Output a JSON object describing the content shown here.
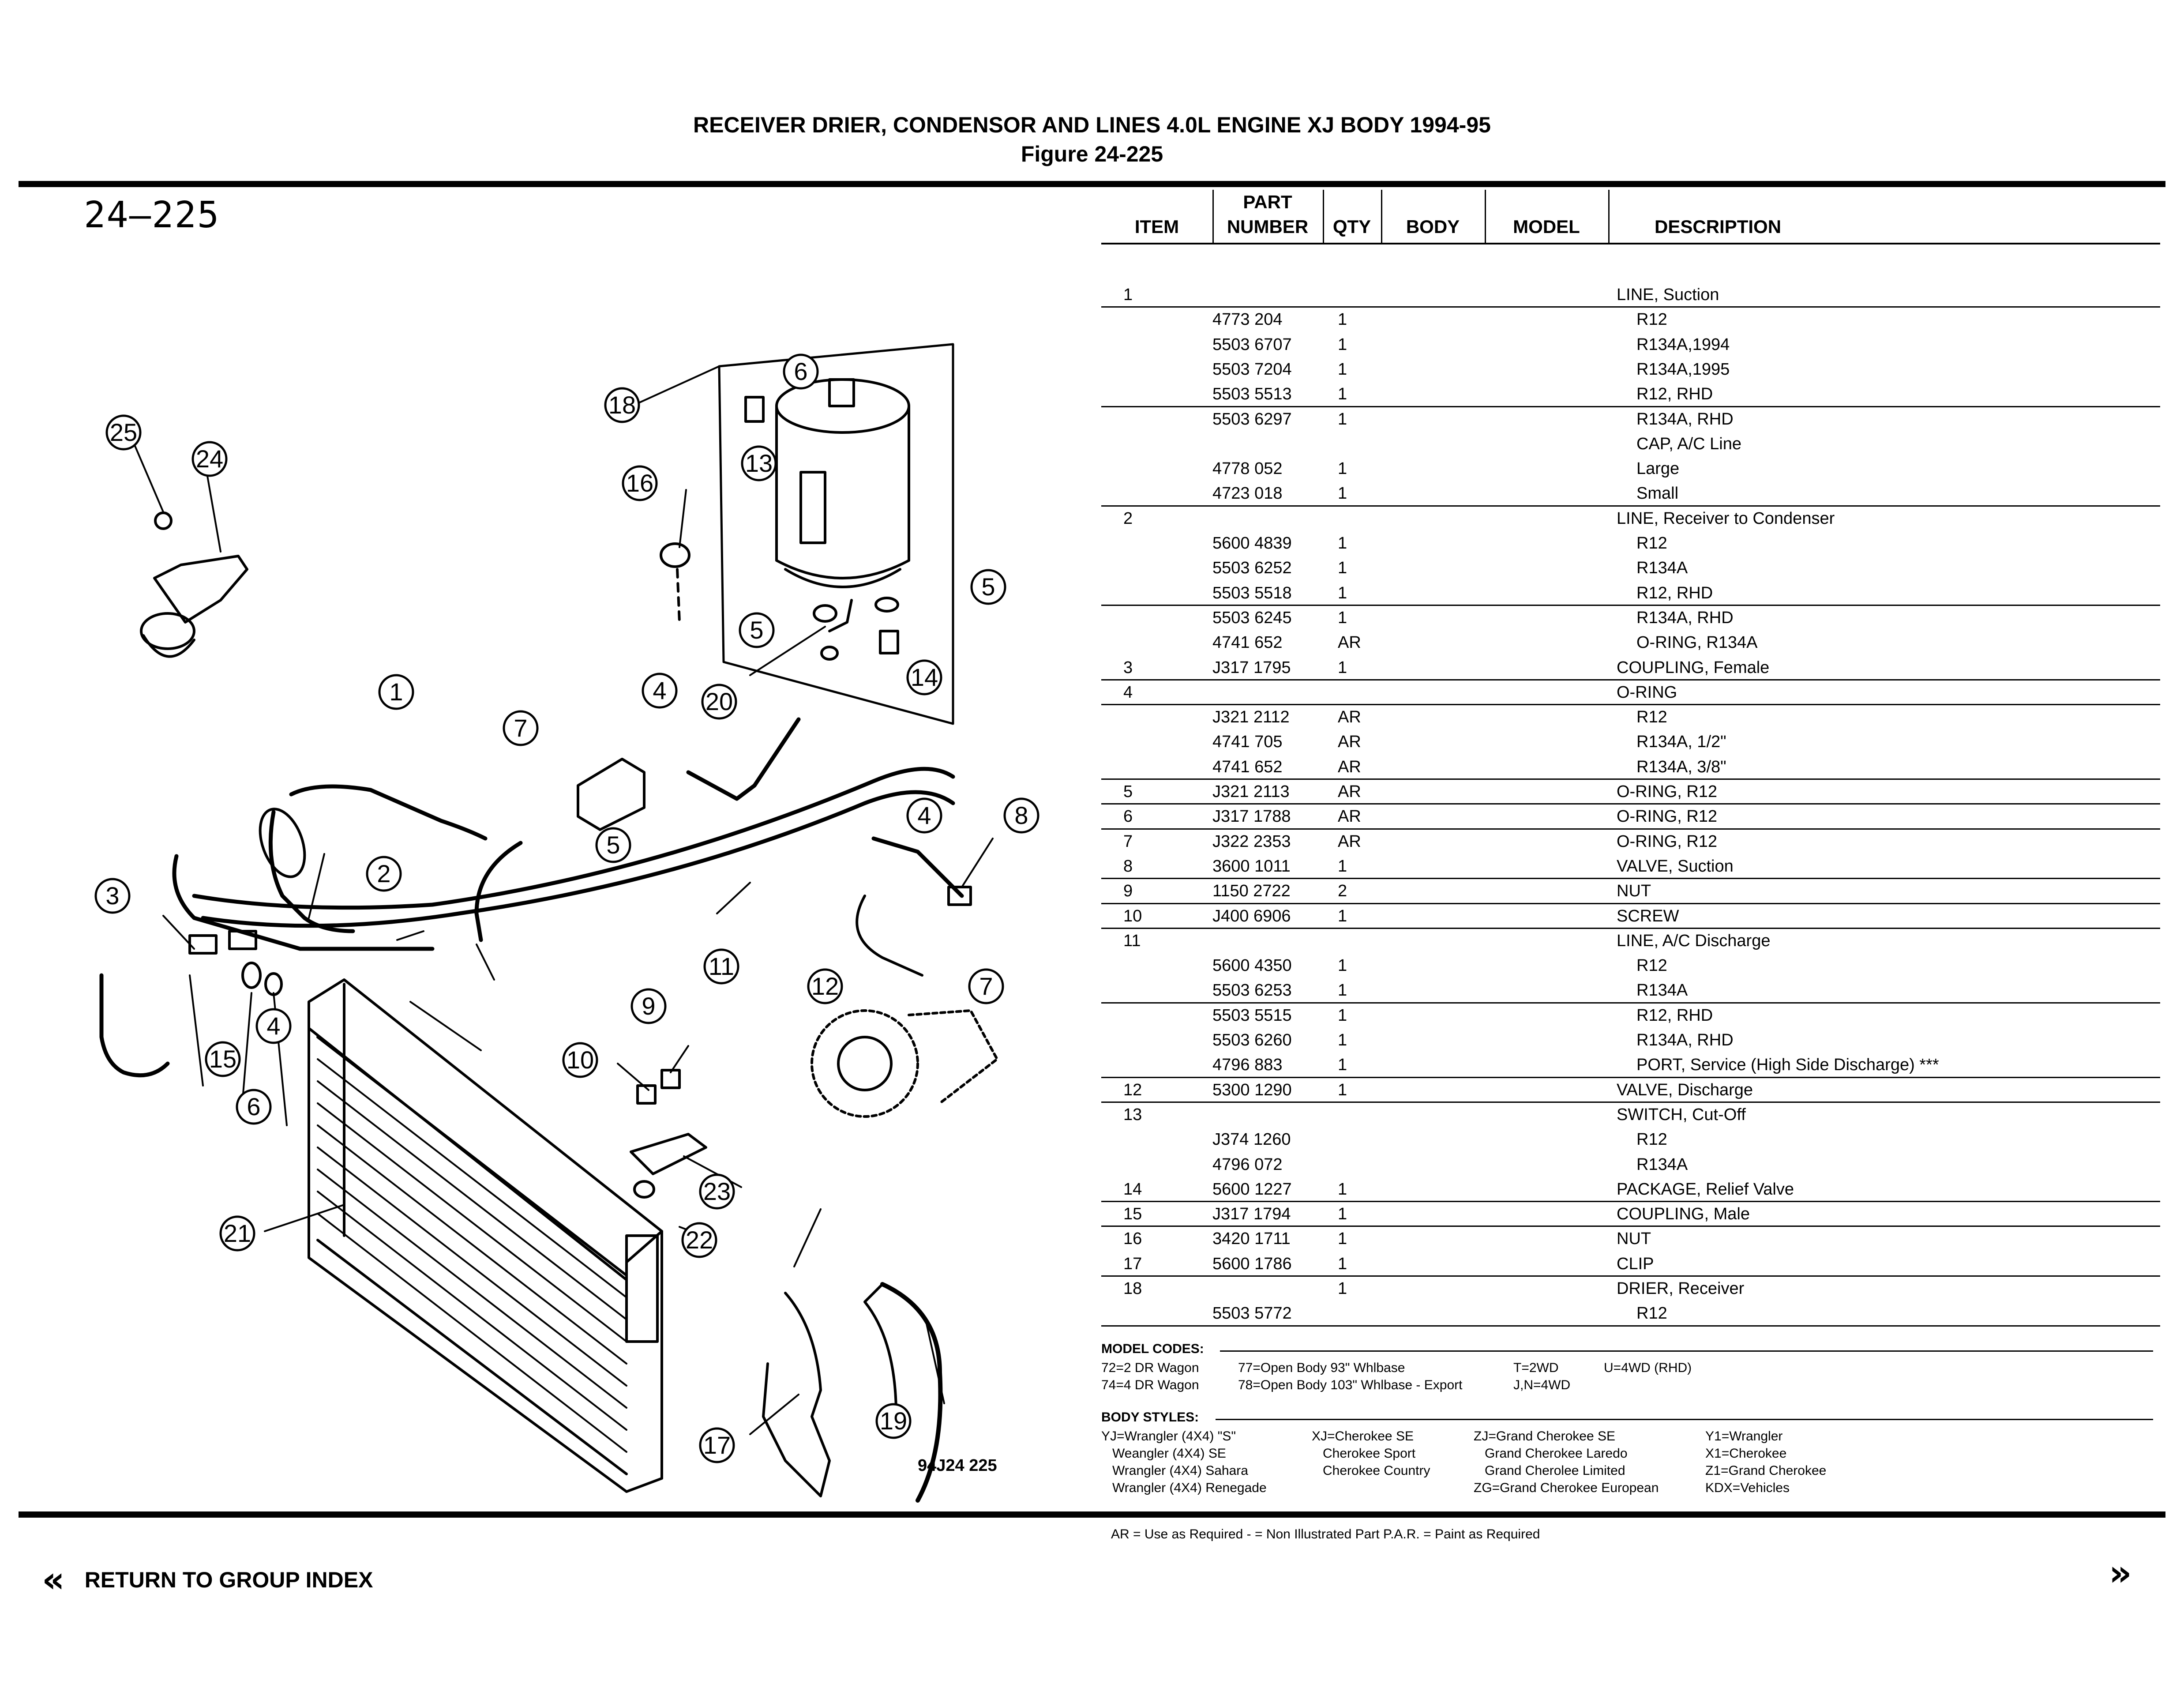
{
  "header": {
    "title": "RECEIVER DRIER, CONDENSOR AND LINES 4.0L ENGINE XJ BODY 1994-95",
    "figure": "Figure  24-225"
  },
  "figure_number": "24–225",
  "diagram_code": "94J24  225",
  "callouts": [
    "1",
    "2",
    "3",
    "4",
    "4",
    "5",
    "5",
    "5",
    "6",
    "6",
    "7",
    "7",
    "8",
    "9",
    "10",
    "11",
    "12",
    "13",
    "14",
    "15",
    "16",
    "17",
    "18",
    "19",
    "20",
    "21",
    "22",
    "23",
    "24",
    "25"
  ],
  "table": {
    "headers": {
      "item": "ITEM",
      "part_1": "PART",
      "part_2": "NUMBER",
      "qty": "QTY",
      "body": "BODY",
      "model": "MODEL",
      "desc": "DESCRIPTION"
    },
    "rows": [
      {
        "item": "1",
        "part": "",
        "qty": "",
        "desc": "LINE, Suction",
        "sub": false
      },
      {
        "item": "",
        "part": "4773 204",
        "qty": "1",
        "desc": "R12",
        "sub": true
      },
      {
        "item": "",
        "part": "5503 6707",
        "qty": "1",
        "desc": "R134A,1994",
        "sub": true
      },
      {
        "item": "",
        "part": "5503 7204",
        "qty": "1",
        "desc": "R134A,1995",
        "sub": true
      },
      {
        "item": "",
        "part": "5503 5513",
        "qty": "1",
        "desc": "R12, RHD",
        "sub": true
      },
      {
        "item": "",
        "part": "5503 6297",
        "qty": "1",
        "desc": "R134A, RHD",
        "sub": true
      },
      {
        "item": "",
        "part": "",
        "qty": "",
        "desc": "CAP, A/C Line",
        "sub": true
      },
      {
        "item": "",
        "part": "4778 052",
        "qty": "1",
        "desc": "Large",
        "sub": true
      },
      {
        "item": "",
        "part": "4723 018",
        "qty": "1",
        "desc": "Small",
        "sub": true
      },
      {
        "item": "2",
        "part": "",
        "qty": "",
        "desc": "LINE, Receiver to Condenser",
        "sub": false
      },
      {
        "item": "",
        "part": "5600 4839",
        "qty": "1",
        "desc": "R12",
        "sub": true
      },
      {
        "item": "",
        "part": "5503 6252",
        "qty": "1",
        "desc": "R134A",
        "sub": true
      },
      {
        "item": "",
        "part": "5503 5518",
        "qty": "1",
        "desc": "R12, RHD",
        "sub": true
      },
      {
        "item": "",
        "part": "5503 6245",
        "qty": "1",
        "desc": "R134A, RHD",
        "sub": true
      },
      {
        "item": "",
        "part": "4741 652",
        "qty": "AR",
        "desc": "O-RING, R134A",
        "sub": true
      },
      {
        "item": "3",
        "part": "J317 1795",
        "qty": "1",
        "desc": "COUPLING, Female",
        "sub": false
      },
      {
        "item": "4",
        "part": "",
        "qty": "",
        "desc": "O-RING",
        "sub": false
      },
      {
        "item": "",
        "part": "J321 2112",
        "qty": "AR",
        "desc": "R12",
        "sub": true
      },
      {
        "item": "",
        "part": "4741 705",
        "qty": "AR",
        "desc": "R134A, 1/2\"",
        "sub": true
      },
      {
        "item": "",
        "part": "4741 652",
        "qty": "AR",
        "desc": "R134A, 3/8\"",
        "sub": true
      },
      {
        "item": "5",
        "part": "J321 2113",
        "qty": "AR",
        "desc": "O-RING, R12",
        "sub": false
      },
      {
        "item": "6",
        "part": "J317 1788",
        "qty": "AR",
        "desc": "O-RING, R12",
        "sub": false
      },
      {
        "item": "7",
        "part": "J322 2353",
        "qty": "AR",
        "desc": "O-RING, R12",
        "sub": false
      },
      {
        "item": "8",
        "part": "3600 1011",
        "qty": "1",
        "desc": "VALVE, Suction",
        "sub": false
      },
      {
        "item": "9",
        "part": "1150 2722",
        "qty": "2",
        "desc": "NUT",
        "sub": false
      },
      {
        "item": "10",
        "part": "J400 6906",
        "qty": "1",
        "desc": "SCREW",
        "sub": false
      },
      {
        "item": "11",
        "part": "",
        "qty": "",
        "desc": "LINE, A/C Discharge",
        "sub": false
      },
      {
        "item": "",
        "part": "5600 4350",
        "qty": "1",
        "desc": "R12",
        "sub": true
      },
      {
        "item": "",
        "part": "5503 6253",
        "qty": "1",
        "desc": "R134A",
        "sub": true
      },
      {
        "item": "",
        "part": "5503 5515",
        "qty": "1",
        "desc": "R12, RHD",
        "sub": true
      },
      {
        "item": "",
        "part": "5503 6260",
        "qty": "1",
        "desc": "R134A, RHD",
        "sub": true
      },
      {
        "item": "",
        "part": "4796 883",
        "qty": "1",
        "desc": "PORT, Service (High Side Discharge) ***",
        "sub": true
      },
      {
        "item": "12",
        "part": "5300 1290",
        "qty": "1",
        "desc": "VALVE, Discharge",
        "sub": false
      },
      {
        "item": "13",
        "part": "",
        "qty": "",
        "desc": "SWITCH, Cut-Off",
        "sub": false
      },
      {
        "item": "",
        "part": "J374 1260",
        "qty": "",
        "desc": "R12",
        "sub": true
      },
      {
        "item": "",
        "part": "4796 072",
        "qty": "",
        "desc": "R134A",
        "sub": true
      },
      {
        "item": "14",
        "part": "5600 1227",
        "qty": "1",
        "desc": "PACKAGE, Relief Valve",
        "sub": false
      },
      {
        "item": "15",
        "part": "J317 1794",
        "qty": "1",
        "desc": "COUPLING, Male",
        "sub": false
      },
      {
        "item": "16",
        "part": "3420 1711",
        "qty": "1",
        "desc": "NUT",
        "sub": false
      },
      {
        "item": "17",
        "part": "5600 1786",
        "qty": "1",
        "desc": "CLIP",
        "sub": false
      },
      {
        "item": "18",
        "part": "",
        "qty": "1",
        "desc": "DRIER, Receiver",
        "sub": false
      },
      {
        "item": "",
        "part": "5503 5772",
        "qty": "",
        "desc": "R12",
        "sub": true
      }
    ],
    "separators_after": [
      0,
      4,
      8,
      12,
      15,
      16,
      19,
      20,
      21,
      23,
      24,
      25,
      28,
      31,
      32,
      36,
      37,
      39,
      41
    ]
  },
  "model_codes": {
    "title": "MODEL CODES:",
    "col1": "72=2 DR Wagon\n74=4 DR Wagon",
    "col2": "77=Open Body 93\" Whlbase\n78=Open Body 103\" Whlbase - Export",
    "col3": "T=2WD\nJ,N=4WD",
    "col4": "U=4WD (RHD)"
  },
  "body_styles": {
    "title": "BODY STYLES:",
    "col1": "YJ=Wrangler (4X4) \"S\"\n   Weangler (4X4) SE\n   Wrangler (4X4) Sahara\n   Wrangler (4X4) Renegade",
    "col2": "XJ=Cherokee SE\n   Cherokee Sport\n   Cherokee Country",
    "col3": "ZJ=Grand Cherokee SE\n   Grand Cherokee Laredo\n   Grand Cherolee Limited\nZG=Grand Cherokee European",
    "col4": "Y1=Wrangler\nX1=Cherokee\nZ1=Grand Cherokee\nKDX=Vehicles"
  },
  "legend": "AR = Use as Required   - = Non Illustrated Part   P.A.R. = Paint as Required",
  "nav": {
    "back_arrows": "«",
    "back_label": "RETURN TO GROUP INDEX",
    "next_arrows": "»"
  }
}
